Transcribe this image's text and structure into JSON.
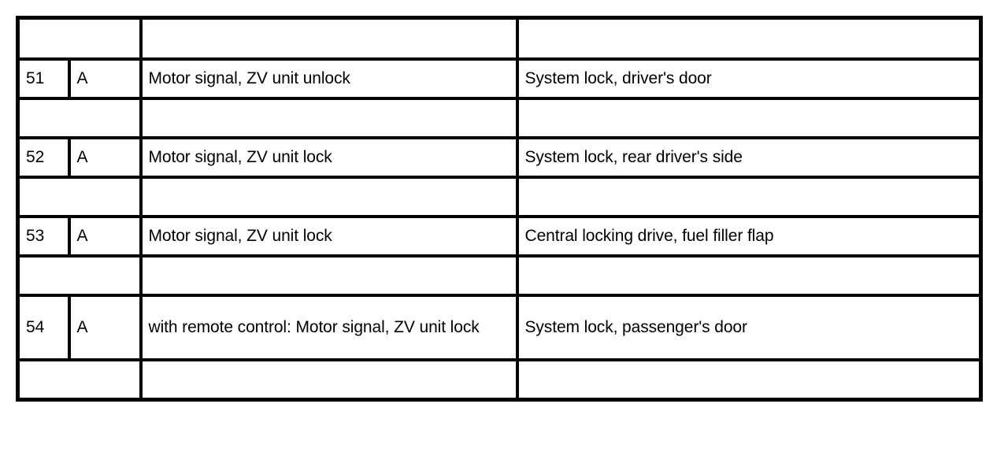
{
  "document": {
    "type": "wiring-diagram-legend-table",
    "background_color": "#ffffff",
    "line_color": "#000000",
    "text_color": "#000000"
  },
  "table": {
    "columns": [
      {
        "key": "number",
        "header": ""
      },
      {
        "key": "code",
        "header": ""
      },
      {
        "key": "signal",
        "header": ""
      },
      {
        "key": "component",
        "header": ""
      }
    ],
    "rows": [
      {
        "kind": "header",
        "number": "",
        "code": "",
        "signal": "",
        "component": ""
      },
      {
        "kind": "data",
        "number": "51",
        "code": "A",
        "signal": "Motor signal, ZV unit unlock",
        "component": "System lock, driver's door"
      },
      {
        "kind": "spacer",
        "number": "",
        "code": "",
        "signal": "",
        "component": ""
      },
      {
        "kind": "data",
        "number": "52",
        "code": "A",
        "signal": "Motor signal, ZV unit lock",
        "component": "System lock, rear driver's side"
      },
      {
        "kind": "spacer",
        "number": "",
        "code": "",
        "signal": "",
        "component": ""
      },
      {
        "kind": "data",
        "number": "53",
        "code": "A",
        "signal": "Motor signal, ZV unit lock",
        "component": "Central locking drive, fuel filler flap"
      },
      {
        "kind": "spacer",
        "number": "",
        "code": "",
        "signal": "",
        "component": ""
      },
      {
        "kind": "data-tall",
        "number": "54",
        "code": "A",
        "signal": "with remote control: Motor signal, ZV unit lock",
        "component": "System lock, passenger's door"
      },
      {
        "kind": "spacer",
        "number": "",
        "code": "",
        "signal": "",
        "component": ""
      }
    ]
  }
}
